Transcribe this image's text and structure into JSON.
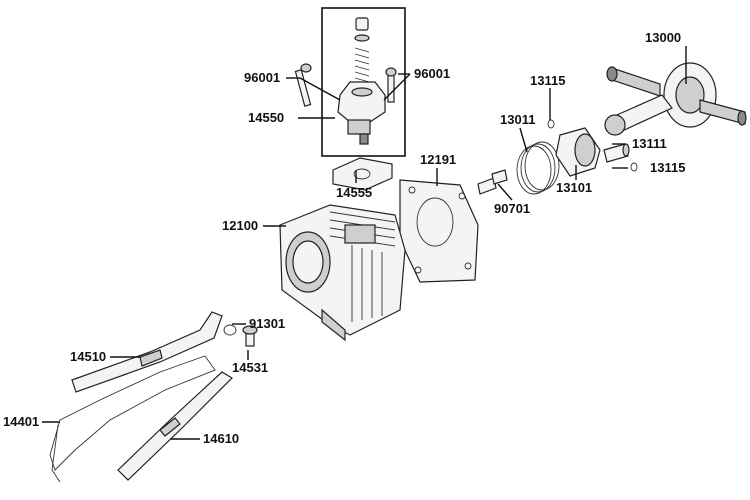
{
  "diagram": {
    "labels": {
      "p13000": "13000",
      "p96001a": "96001",
      "p96001b": "96001",
      "p13115a": "13115",
      "p14550": "14550",
      "p13011": "13011",
      "p13111": "13111",
      "p13115b": "13115",
      "p12191": "12191",
      "p13101": "13101",
      "p14555": "14555",
      "p90701": "90701",
      "p12100": "12100",
      "p91301": "91301",
      "p14510": "14510",
      "p14531": "14531",
      "p14401": "14401",
      "p14610": "14610"
    }
  }
}
